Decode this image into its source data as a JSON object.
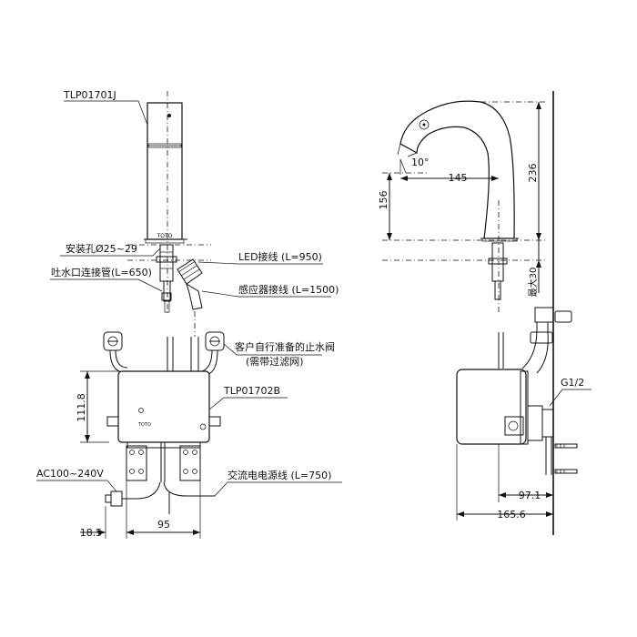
{
  "labels": {
    "faucet_model": "TLP01701J",
    "mount_hole": "安装孔Ø25~29",
    "led_cable": "LED接线 (L=950)",
    "outlet_pipe": "吐水口连接管(L=650)",
    "sensor_cable": "感应器接线 (L=1500)",
    "stop_valve_line1": "客户自行准备的止水阀",
    "stop_valve_line2": "(需带过滤网)",
    "control_box_model": "TLP01702B",
    "ac_voltage": "AC100~240V",
    "ac_cable": "交流电电源线 (L=750)",
    "thread_size": "G1/2",
    "max_label": "最大30"
  },
  "dimensions": {
    "box_height": "111.8",
    "offset_left": "18.5",
    "width_95": "95",
    "spout_reach": "145",
    "spout_height": "156",
    "total_height": "236",
    "spout_angle": "10°",
    "wall_to_pipe": "97.1",
    "wall_to_box": "165.6"
  }
}
